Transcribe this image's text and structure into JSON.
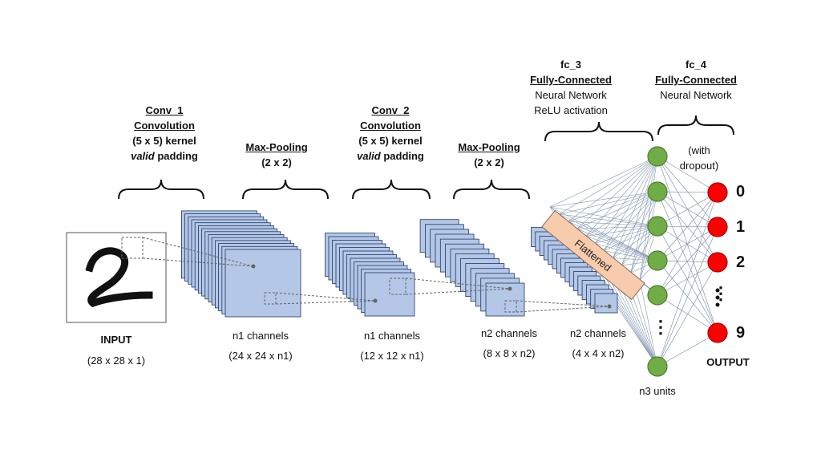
{
  "input": {
    "title": "INPUT",
    "size": "(28 x 28 x 1)"
  },
  "conv1": {
    "name": "Conv_1",
    "type": "Convolution",
    "kernel": "(5 x 5) kernel",
    "padding_word": "valid",
    "padding_rest": " padding"
  },
  "pool1": {
    "type": "Max-Pooling",
    "size": "(2 x 2)"
  },
  "conv2": {
    "name": "Conv_2",
    "type": "Convolution",
    "kernel": "(5 x 5) kernel",
    "padding_word": "valid",
    "padding_rest": " padding"
  },
  "pool2": {
    "type": "Max-Pooling",
    "size": "(2 x 2)"
  },
  "fc3": {
    "name": "fc_3",
    "type": "Fully-Connected",
    "desc1": "Neural Network",
    "desc2": "ReLU activation"
  },
  "fc4": {
    "name": "fc_4",
    "type": "Fully-Connected",
    "desc1": "Neural Network",
    "note1": "(with",
    "note2": "dropout)"
  },
  "maps": [
    {
      "channels": "n1 channels",
      "size": "(24 x 24 x n1)"
    },
    {
      "channels": "n1 channels",
      "size": "(12 x 12 x n1)"
    },
    {
      "channels": "n2 channels",
      "size": "(8 x 8 x n2)"
    },
    {
      "channels": "n2 channels",
      "size": "(4 x 4 x n2)"
    }
  ],
  "flattened": "Flattened",
  "hidden": {
    "label": "n3 units",
    "ellipsis": "⋮"
  },
  "output": {
    "title": "OUTPUT",
    "labels": [
      "0",
      "1",
      "2",
      "⋮",
      "9"
    ]
  },
  "colors": {
    "map_fill": "#b4c7e7",
    "map_stroke": "#1f3864",
    "hidden_node": "#70ad47",
    "output_node": "#ff0000",
    "flatten_fill": "#f8cbad",
    "connection": "#8497b0"
  }
}
